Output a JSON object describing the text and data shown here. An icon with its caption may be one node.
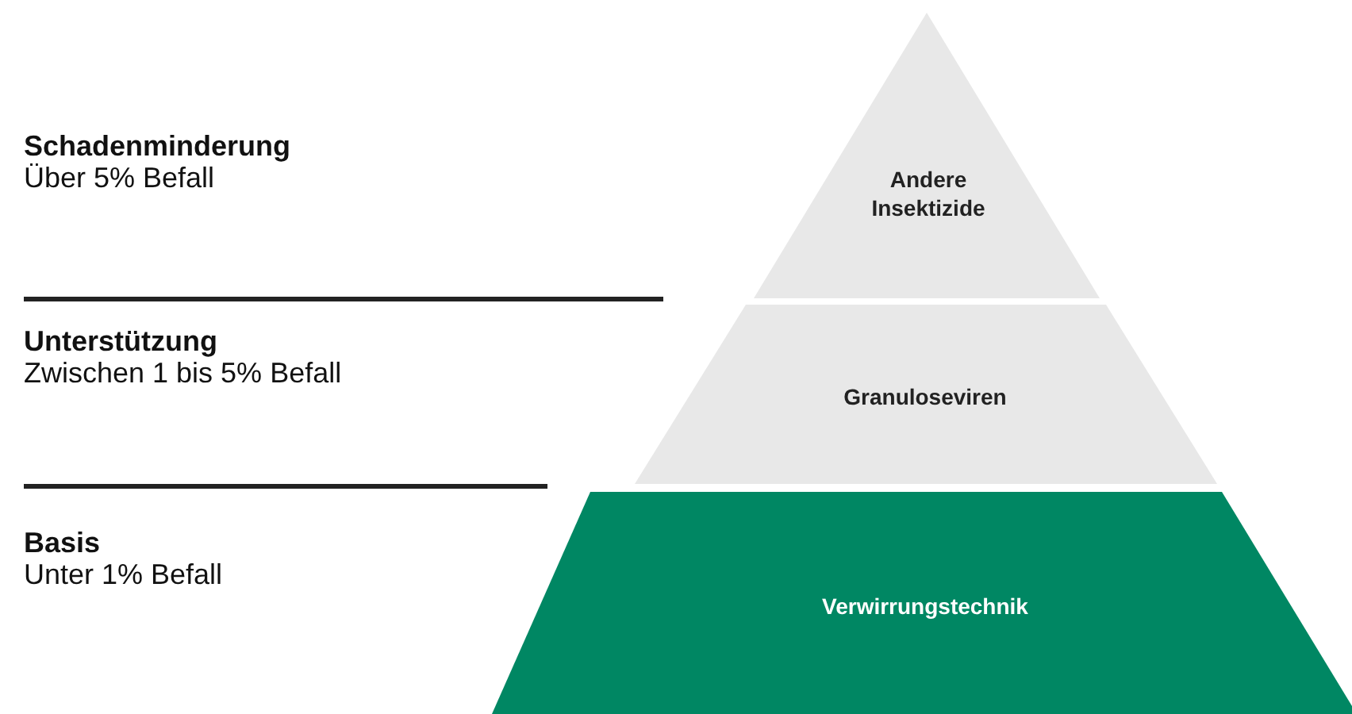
{
  "diagram": {
    "nodes": [
      {
        "text": [
          "Andere Insektizide"
        ]
      },
      {
        "text": [
          "Granuloseviren"
        ]
      },
      {
        "text": [
          "Verwirrungstechnik"
        ]
      }
    ],
    "labels": [
      "Schadenminderung",
      "Über 5% Befall",
      "Unterstützung",
      "Zwischen 1 bis 5% Befall",
      "Basis",
      "Unter 1% Befall"
    ]
  }
}
